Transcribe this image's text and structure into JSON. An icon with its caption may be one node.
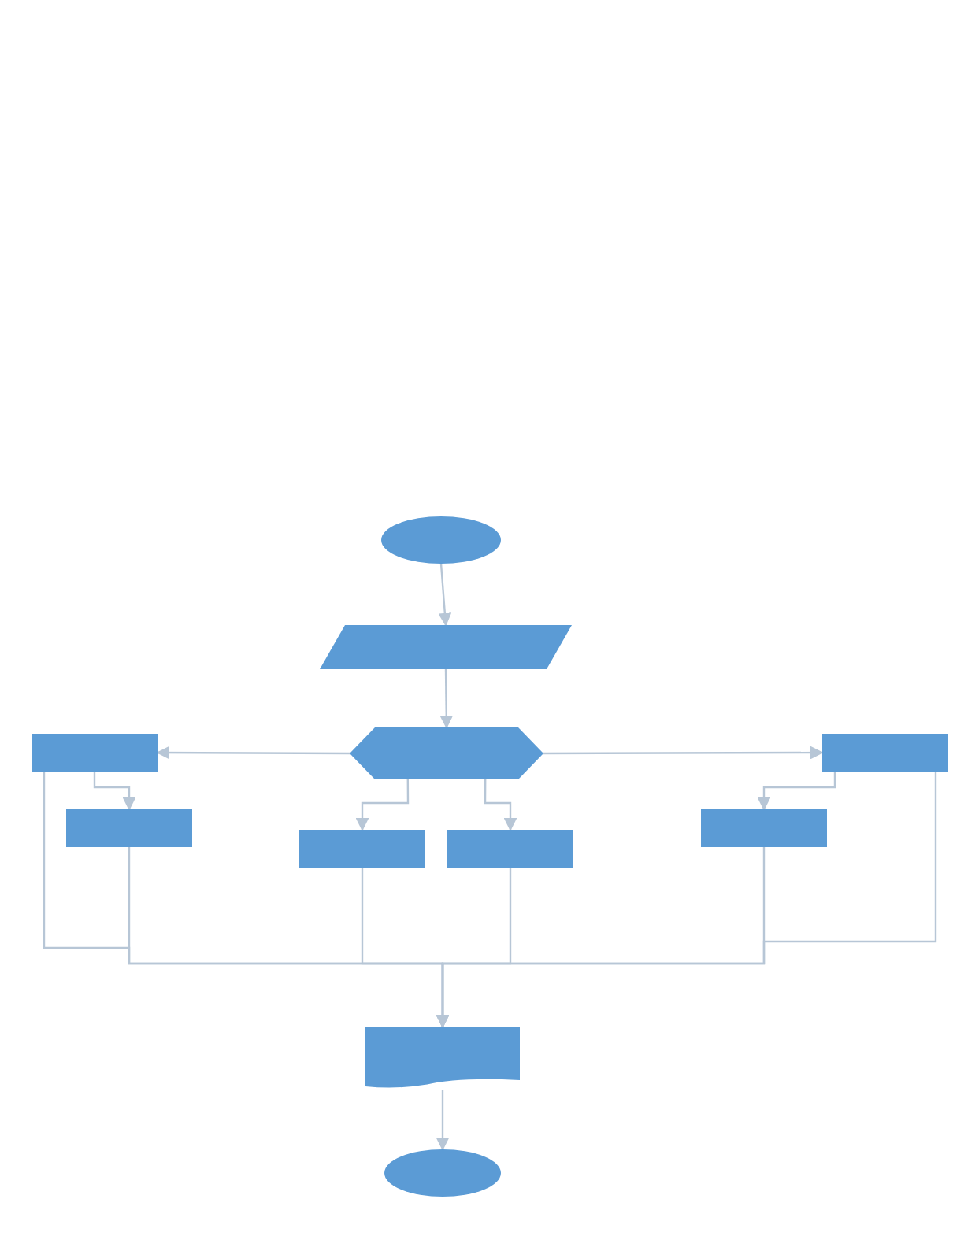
{
  "diagram": {
    "nodes": [
      {
        "text": [],
        "shape": "ellipse"
      },
      {
        "text": [],
        "shape": "parallelogram"
      },
      {
        "text": [],
        "shape": "hexagon"
      },
      {
        "text": [],
        "shape": "box"
      },
      {
        "text": [],
        "shape": "box"
      },
      {
        "text": [],
        "shape": "box"
      },
      {
        "text": [],
        "shape": "box"
      },
      {
        "text": [],
        "shape": "box"
      },
      {
        "text": [],
        "shape": "box"
      },
      {
        "text": [],
        "shape": "document"
      },
      {
        "text": [],
        "shape": "ellipse"
      }
    ],
    "edges": [
      {
        "from": 0,
        "to": 1,
        "arrow": "to"
      },
      {
        "from": 1,
        "to": 2,
        "arrow": "to"
      },
      {
        "from": 2,
        "to": 3,
        "arrow": "to"
      },
      {
        "from": 2,
        "to": 4,
        "arrow": "to"
      },
      {
        "from": 3,
        "to": 5,
        "arrow": "to"
      },
      {
        "from": 2,
        "to": 6,
        "arrow": "to"
      },
      {
        "from": 2,
        "to": 7,
        "arrow": "to"
      },
      {
        "from": 4,
        "to": 8,
        "arrow": "to"
      },
      {
        "from": 3,
        "to": 9,
        "arrow": "to"
      },
      {
        "from": 5,
        "to": 9,
        "arrow": "to"
      },
      {
        "from": 6,
        "to": 9,
        "arrow": "to"
      },
      {
        "from": 7,
        "to": 9,
        "arrow": "to"
      },
      {
        "from": 8,
        "to": 9,
        "arrow": "to"
      },
      {
        "from": 4,
        "to": 9,
        "arrow": "to"
      },
      {
        "from": 9,
        "to": 10,
        "arrow": "to"
      }
    ]
  }
}
